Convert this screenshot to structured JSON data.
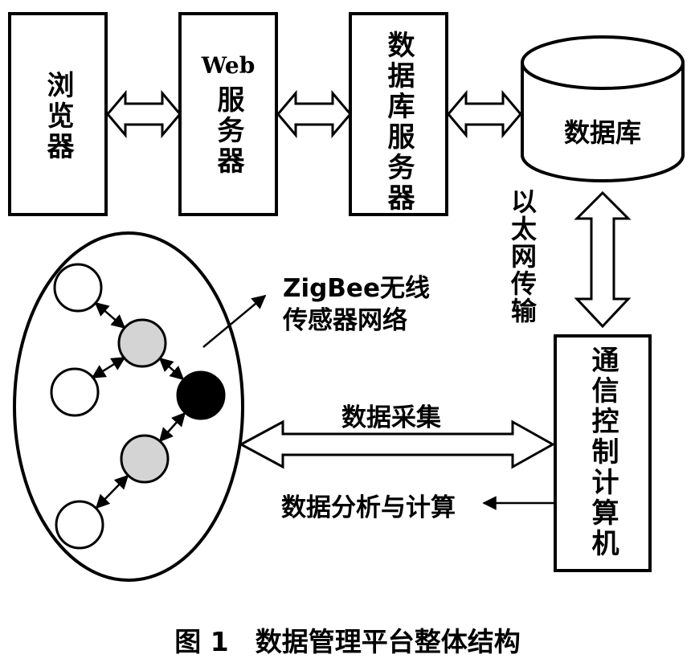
{
  "nodes": {
    "browser": "浏览器",
    "web_server_title": "Web",
    "web_server": "服务器",
    "db_server": "数据库服务器",
    "database": "数据库",
    "comm_computer": "通信控制计算机"
  },
  "labels": {
    "zigbee_line1": "ZigBee无线",
    "zigbee_line2": "传感器网络",
    "ethernet": "以太网传输",
    "data_collection": "数据采集",
    "data_analysis": "数据分析与计算"
  },
  "caption": "图 1　数据管理平台整体结构"
}
